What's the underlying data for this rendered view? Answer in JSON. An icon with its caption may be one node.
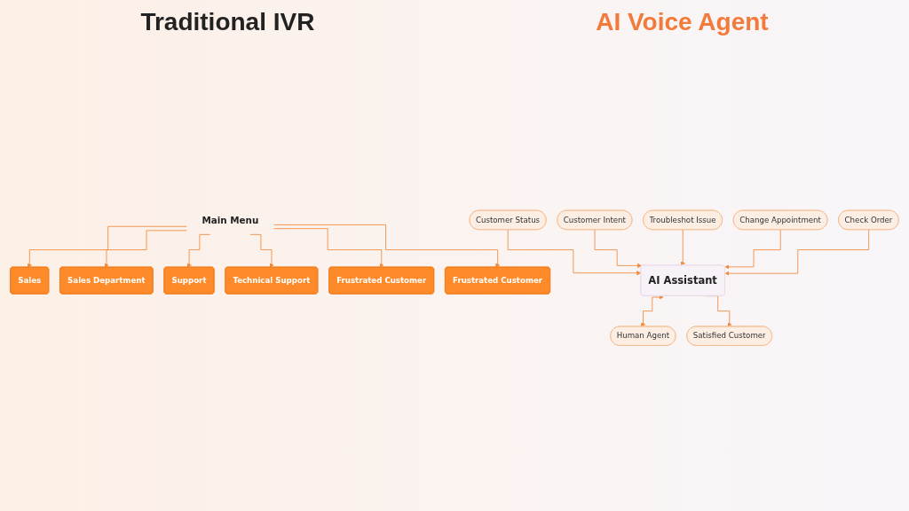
{
  "diagram": {
    "nodes": [
      {
        "text": [
          "Main Menu"
        ]
      },
      {
        "text": [
          "Sales"
        ]
      },
      {
        "text": [
          "Sales Department"
        ]
      },
      {
        "text": [
          "Support"
        ]
      },
      {
        "text": [
          "Technical Support"
        ]
      },
      {
        "text": [
          "Frustrated Customer"
        ]
      },
      {
        "text": [
          "Frustrated Customer"
        ]
      },
      {
        "text": [
          "Customer Intent"
        ]
      },
      {
        "text": [
          "Customer Status"
        ]
      },
      {
        "text": [
          "AI Assistant"
        ]
      },
      {
        "text": [
          "Troubleshot Issue"
        ]
      },
      {
        "text": [
          "Change Appointment"
        ]
      },
      {
        "text": [
          "Check Order"
        ]
      },
      {
        "text": [
          "Human Agent"
        ]
      },
      {
        "text": [
          "Satisfied Customer"
        ]
      }
    ],
    "edges": [
      {
        "from": 0,
        "to": 1,
        "arrow": "to"
      },
      {
        "from": 0,
        "to": 2,
        "arrow": "to"
      },
      {
        "from": 0,
        "to": 3,
        "arrow": "to"
      },
      {
        "from": 0,
        "to": 4,
        "arrow": "to"
      },
      {
        "from": 0,
        "to": 5,
        "arrow": "to"
      },
      {
        "from": 0,
        "to": 6,
        "arrow": "to"
      },
      {
        "from": 8,
        "to": 9,
        "arrow": "to"
      },
      {
        "from": 7,
        "to": 9,
        "arrow": "to"
      },
      {
        "from": 10,
        "to": 9,
        "arrow": "to"
      },
      {
        "from": 11,
        "to": 9,
        "arrow": "to"
      },
      {
        "from": 12,
        "to": 9,
        "arrow": "to"
      },
      {
        "from": 9,
        "to": 13,
        "arrow": "both"
      },
      {
        "from": 9,
        "to": 14,
        "arrow": "to"
      }
    ],
    "labels": [
      "Traditional IVR",
      "AI Voice Agent"
    ]
  }
}
